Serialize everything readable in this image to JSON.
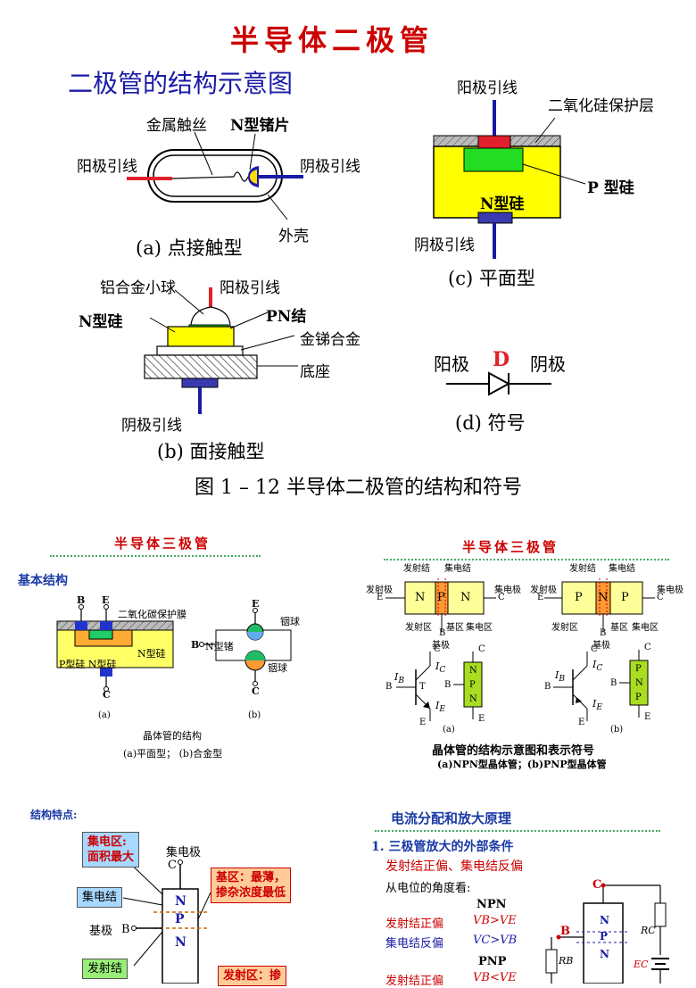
{
  "top": {
    "title": "半导体二极管",
    "subtitle": "二极管的结构示意图",
    "point": {
      "wire": "金属触丝",
      "chip": "N型锗片",
      "anode": "阳极引线",
      "cathode": "阴极引线",
      "shell": "外壳",
      "caption": "(a) 点接触型"
    },
    "planar": {
      "anode": "阳极引线",
      "oxide": "二氧化硅保护层",
      "p": "P 型硅",
      "n": "N型硅",
      "cathode": "阴极引线",
      "caption": "(c) 平面型"
    },
    "junction": {
      "ball": "铝合金小球",
      "anode": "阳极引线",
      "pn": "PN结",
      "n": "N型硅",
      "alloy": "金锑合金",
      "base": "底座",
      "cathode": "阴极引线",
      "caption": "(b) 面接触型"
    },
    "symbol": {
      "anode": "阳极",
      "d": "D",
      "cathode": "阴极",
      "caption": "(d)  符号"
    },
    "figure_caption": "图 1 – 12  半导体二极管的结构和符号"
  },
  "mid_left": {
    "title": "半导体三极管",
    "heading": "基本结构",
    "b": "B",
    "e": "E",
    "c": "C",
    "oxide": "二氧化碳保护膜",
    "n_si": "N型硅",
    "p_n": "P型硅 N型硅",
    "indium": "铟球",
    "n_ge": "N型锗",
    "label_a": "(a)",
    "label_b": "(b)",
    "cap1": "晶体管的结构",
    "cap2": "(a)平面型； (b)合金型"
  },
  "mid_right": {
    "title": "半导体三极管",
    "emitter_junction": "发射结",
    "collector_junction": "集电结",
    "emitter_pole": "发射极",
    "collector_pole": "集电极",
    "emitter_region": "发射区",
    "base_region": "基区",
    "collector_region": "集电区",
    "base_pole": "基极",
    "n": "N",
    "p": "P",
    "e": "E",
    "b": "B",
    "c": "C",
    "t": "T",
    "ib": "I",
    "ic": "I",
    "ie": "I",
    "sub_b": "B",
    "sub_c": "C",
    "sub_e": "E",
    "label_a": "(a)",
    "label_b": "(b)",
    "cap1": "晶体管的结构示意图和表示符号",
    "cap2": "(a)NPN型晶体管；(b)PNP型晶体管"
  },
  "bottom_left": {
    "heading": "结构特点:",
    "collector_area": "集电区:\n面积最大",
    "collector_pole": "集电极",
    "c": "C",
    "base_area": "基区：最薄，\n掺杂浓度最低",
    "collector_junction": "集电结",
    "base_pole": "基极",
    "b": "B",
    "emitter_junction": "发射结",
    "emitter_area": "发射区：掺",
    "n": "N",
    "p": "P"
  },
  "bottom_right": {
    "heading": "电流分配和放大原理",
    "item1": "1. 三极管放大的外部条件",
    "cond": "发射结正偏、集电结反偏",
    "view": "从电位的角度看:",
    "npn": "NPN",
    "fwd1": "发射结正偏",
    "rev1": "集电结反偏",
    "v1": "VB>VE",
    "v2": "VC>VB",
    "pnp": "PNP",
    "fwd2": "发射结正偏",
    "v3": "VB<VE",
    "c": "C",
    "b": "B",
    "rc": "RC",
    "rb": "RB",
    "ec": "EC",
    "n": "N",
    "p": "P"
  }
}
